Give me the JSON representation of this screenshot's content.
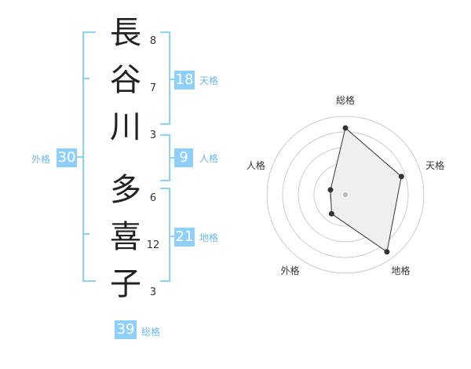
{
  "name_chars": [
    "長",
    "谷",
    "川",
    "多",
    "喜",
    "子"
  ],
  "stroke_counts": [
    "8",
    "7",
    "3",
    "6",
    "12",
    "3"
  ],
  "fortunes": {
    "tenkaku": {
      "value": "18",
      "label": "天格"
    },
    "jinkaku": {
      "value": "9",
      "label": "人格"
    },
    "chikaku": {
      "value": "21",
      "label": "地格"
    },
    "gaikaku": {
      "value": "30",
      "label": "外格"
    },
    "soukaku": {
      "value": "39",
      "label": "総格"
    }
  },
  "radar": {
    "labels": [
      "総格",
      "天格",
      "地格",
      "外格",
      "人格"
    ],
    "levels": [
      0.85,
      0.75,
      0.9,
      0.3,
      0.2
    ],
    "fill_color": "#efefef",
    "line_color": "#333333",
    "ring_color": "#cccccc",
    "bracket_color": "#8fd0fb"
  }
}
